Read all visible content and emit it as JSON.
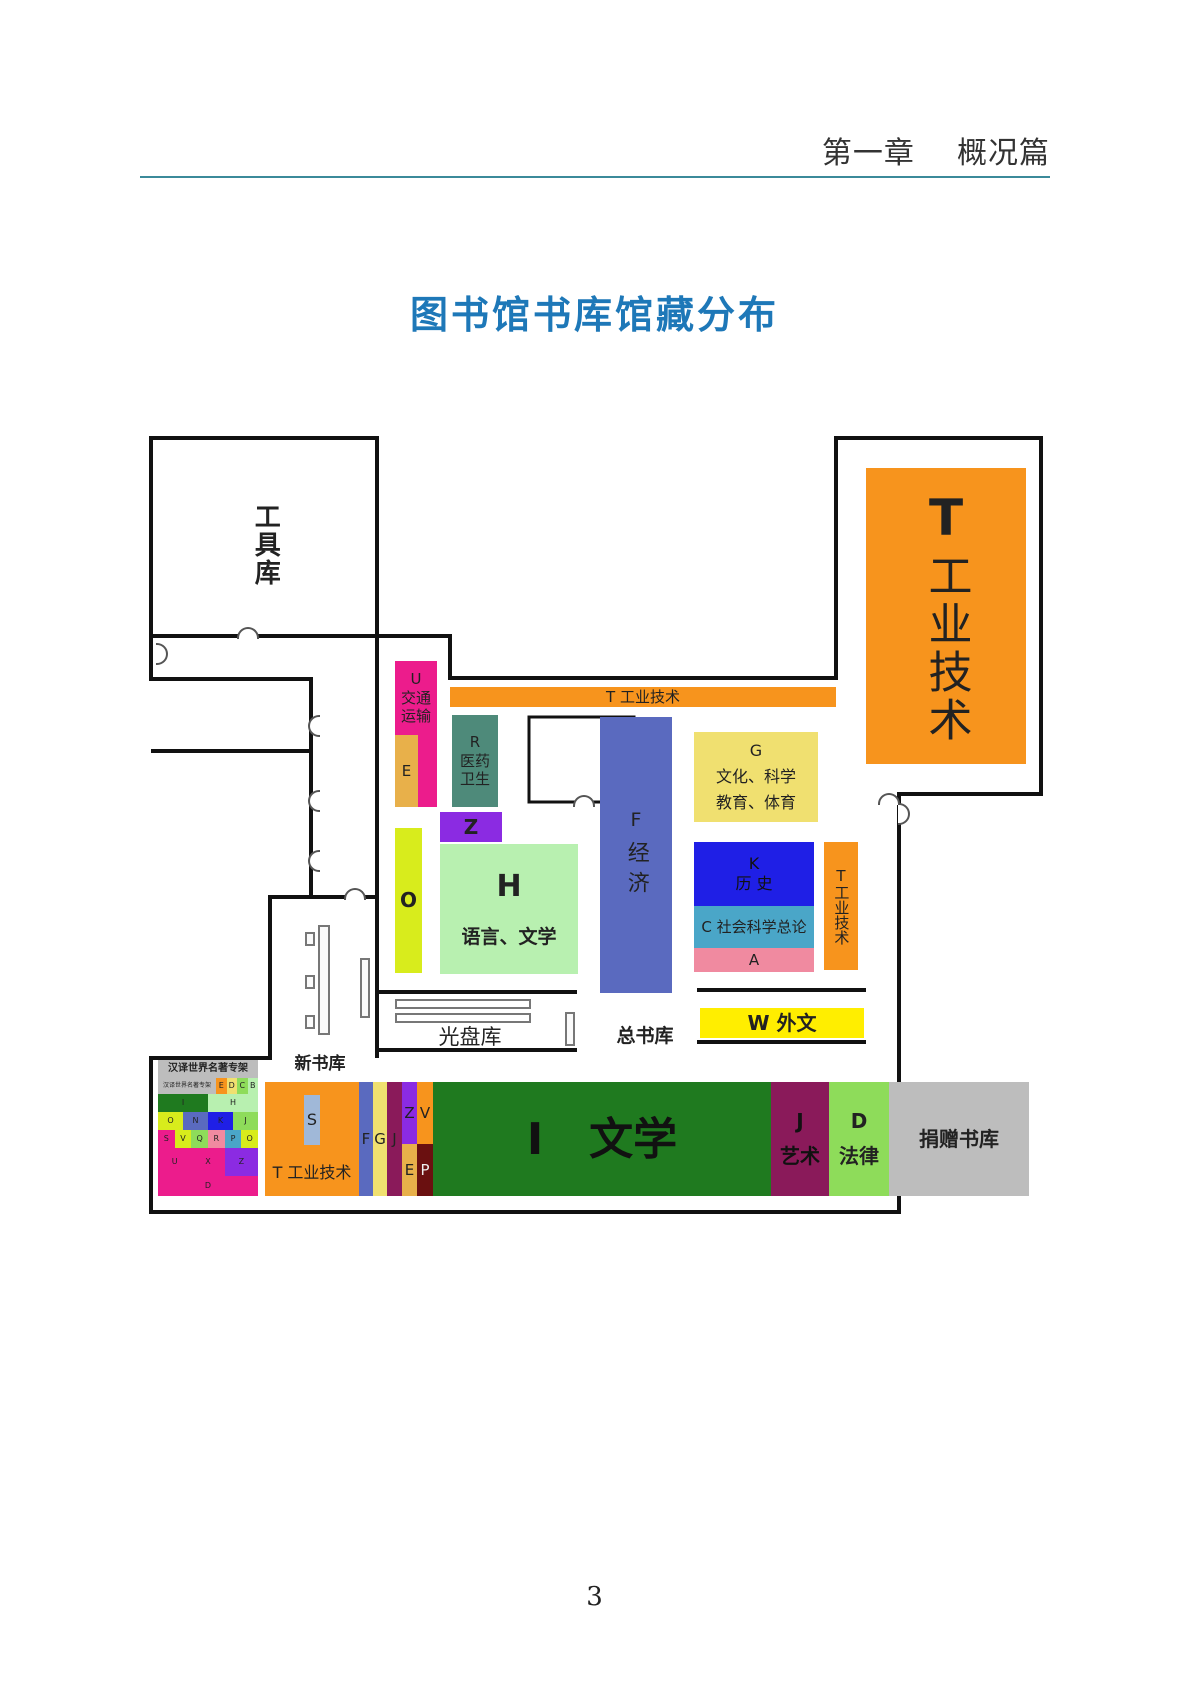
{
  "header": {
    "chapter": "第一章    概况篇",
    "rule_color": "#3b8a9a"
  },
  "title": "图书馆书库馆藏分布",
  "page_number": "3",
  "floor_plan": {
    "tool_room": "工具库",
    "cd_room": "光盘库",
    "main_stack": "总书库",
    "new_stack": "新书库",
    "sections": {
      "t_big_letter": "T",
      "t_big_name": "工业技术",
      "t_strip": "T  工业技术",
      "u_letter": "U",
      "u_name": "交通运输",
      "e_small": "E",
      "r_letter": "R",
      "r_name": "医药卫生",
      "z_small": "Z",
      "o_letter": "O",
      "h_letter": "H",
      "h_name": "语言、文学",
      "f_letter": "F",
      "f_name": "经济",
      "g_letter": "G",
      "g_line1": "文化、科学",
      "g_line2": "教育、体育",
      "k_letter": "K",
      "k_name": "历 史",
      "c_name": "C 社会科学总论",
      "a_letter": "A",
      "t_right_letter": "T",
      "t_right_name": "工业技术",
      "w_name": "W  外文",
      "s_letter": "S",
      "t_bottom_name": "T  工业技术",
      "f_bottom": "F",
      "g_bottom": "G",
      "j_bottom": "J",
      "z_bottom": "Z",
      "v_bottom": "V",
      "e_bottom": "E",
      "p_bottom": "P",
      "i_name": "I   文学",
      "j_letter": "J",
      "j_name": "艺术",
      "d_letter": "D",
      "d_name": "法律",
      "donation": "捐赠书库"
    },
    "shelf": {
      "title": "汉译世界名著专架",
      "subtitle": "汉译世界名著专架",
      "row1": [
        "E",
        "D",
        "C",
        "B"
      ],
      "row2": [
        "I",
        "H"
      ],
      "row3": [
        "O",
        "N",
        "K",
        "J"
      ],
      "row4": [
        "S",
        "V",
        "Q",
        "R",
        "P",
        "O"
      ],
      "row5": [
        "U",
        "X",
        "Z"
      ],
      "row6": [
        "D"
      ]
    },
    "colors": {
      "orange": "#f7941d",
      "magenta": "#ec1c8c",
      "teal": "#4e8a7a",
      "purple": "#8b2be2",
      "lime": "#d8ec1c",
      "light_green": "#b8f0b0",
      "slate_blue": "#5a6abf",
      "khaki": "#f0e070",
      "blue": "#1f1fe6",
      "cyan_blue": "#4aa6c8",
      "pink": "#f08aa0",
      "yellow": "#ffee00",
      "dark_green": "#1f7a1f",
      "maroon": "#8a1a5a",
      "green": "#8edc5a",
      "gray": "#bdbdbd"
    }
  }
}
